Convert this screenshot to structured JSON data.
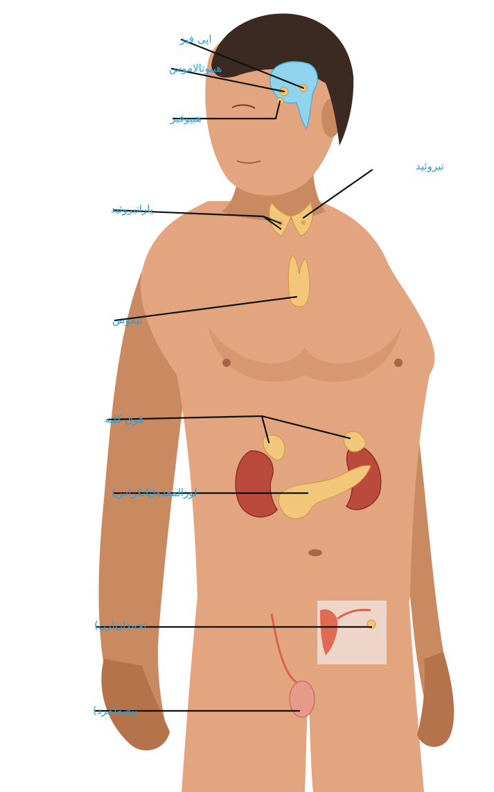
{
  "labels": {
    "pineal": "اپی فیز",
    "hypothalamus": "هیپوتالاموس",
    "pituitary": "هیپوفیز",
    "thyroid": "تیروئید",
    "parathyroid": "پاراتیروئید",
    "thymus": "تیموس",
    "adrenal": "فوق کلیه",
    "pancreas": "لوزالمعده(پانکراس)",
    "ovary": "تخمدان(زن)",
    "testis": "بیضه(مرد)"
  },
  "colors": {
    "label": "#2a9fd6",
    "leader_line": "#111111",
    "skin": "#e2a57f",
    "gland": "#f2c77b",
    "kidney": "#b94a3c",
    "brain": "#8fd3ec",
    "hair": "#3a2a22",
    "inset_background": "#f0ddd3"
  }
}
